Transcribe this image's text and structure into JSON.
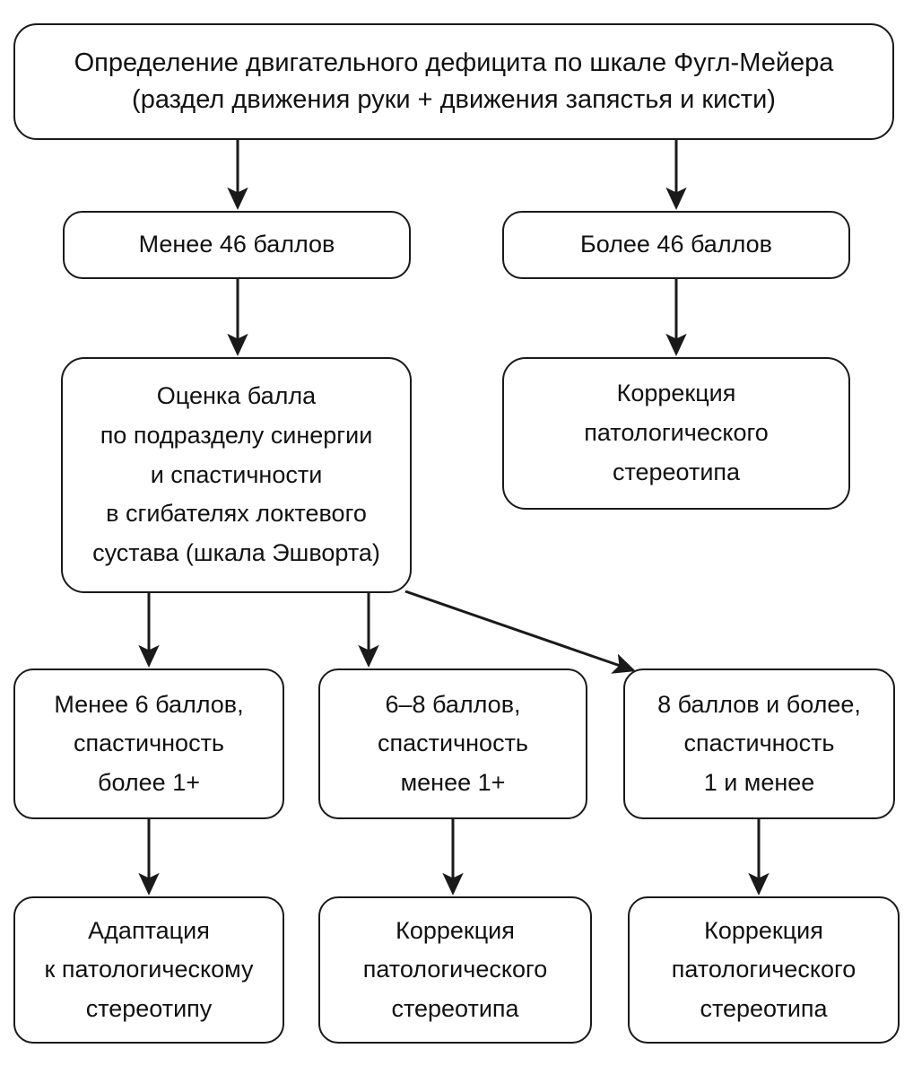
{
  "diagram": {
    "title": "Определение двигательного дефицита по шкале Фугл-Мейера",
    "language": "ru",
    "stroke_color": "#1a1a1a",
    "text_color": "#111111",
    "background_color": "#ffffff"
  },
  "nodes": {
    "root": {
      "id": "root",
      "text": "Определение двигательного дефицита по шкале Фугл-Мейера\n(раздел движения руки + движения запястья и кисти)"
    },
    "less46": {
      "id": "less46",
      "text": "Менее 46 баллов"
    },
    "more46": {
      "id": "more46",
      "text": "Более 46 баллов"
    },
    "assess": {
      "id": "assess",
      "text": "Оценка балла\nпо подразделу синергии\nи спастичности\nв сгибателях локтевого\nсустава (шкала Эшворта)"
    },
    "corr_right": {
      "id": "corr_right",
      "text": "Коррекция\nпатологического\nстереотипа"
    },
    "lvl1": {
      "id": "lvl1",
      "text": "Менее 6 баллов,\nспастичность\nболее 1+"
    },
    "lvl2": {
      "id": "lvl2",
      "text": "6–8 баллов,\nспастичность\nменее 1+"
    },
    "lvl3": {
      "id": "lvl3",
      "text": "8 баллов и более,\nспастичность\n1 и менее"
    },
    "out1": {
      "id": "out1",
      "text": "Адаптация\nк патологическому\nстереотипу"
    },
    "out2": {
      "id": "out2",
      "text": "Коррекция\nпатологического\nстереотипа"
    },
    "out3": {
      "id": "out3",
      "text": "Коррекция\nпатологического\nстереотипа"
    }
  },
  "edges": [
    {
      "from": "root",
      "to": "less46"
    },
    {
      "from": "root",
      "to": "more46"
    },
    {
      "from": "less46",
      "to": "assess"
    },
    {
      "from": "more46",
      "to": "corr_right"
    },
    {
      "from": "assess",
      "to": "lvl1"
    },
    {
      "from": "assess",
      "to": "lvl2"
    },
    {
      "from": "assess",
      "to": "lvl3"
    },
    {
      "from": "lvl1",
      "to": "out1"
    },
    {
      "from": "lvl2",
      "to": "out2"
    },
    {
      "from": "lvl3",
      "to": "out3"
    }
  ]
}
